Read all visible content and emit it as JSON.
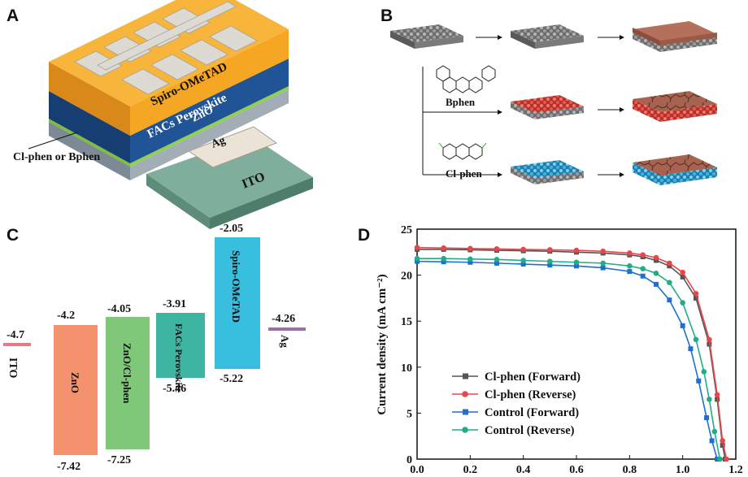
{
  "panels": {
    "a": {
      "letter": "A",
      "layers": [
        "Spiro-OMeTAD",
        "FACs Perovskite",
        "ZnO",
        "Ag",
        "ITO"
      ],
      "interlayer_label": "Cl-phen or Bphen",
      "colors": {
        "spiro": "#f5a623",
        "perovskite": "#1f4e8c",
        "zno": "#9aa3ad",
        "ito": "#6f9f8f",
        "ag": "#e9e2d6",
        "green": "#7bbf3a"
      }
    },
    "b": {
      "letter": "B",
      "molecule_labels": [
        "Bphen",
        "Cl-phen"
      ],
      "colors": {
        "zno_film": "#8e8e8e",
        "bphen_film": "#e04a3f",
        "clphen_film": "#3fa7d6",
        "perovskite_film": "#9b5a47"
      }
    },
    "c": {
      "letter": "C",
      "items": [
        {
          "label": "ITO",
          "top": "-4.7",
          "bottom": "",
          "color": "#e7798a"
        },
        {
          "label": "ZnO",
          "top": "-4.2",
          "bottom": "-7.42",
          "color": "#f5926e"
        },
        {
          "label": "ZnO/Cl-phen",
          "top": "-4.05",
          "bottom": "-7.25",
          "color": "#7fc87a"
        },
        {
          "label": "FACs Perovskite",
          "top": "-3.91",
          "bottom": "-5.46",
          "color": "#3eb5a3"
        },
        {
          "label": "Spiro-OMeTAD",
          "top": "-2.05",
          "bottom": "-5.22",
          "color": "#38bfe0"
        },
        {
          "label": "Ag",
          "top": "-4.26",
          "bottom": "",
          "color": "#9b6fa8"
        }
      ]
    },
    "d": {
      "letter": "D"
    }
  },
  "chart_data": {
    "type": "line",
    "title": "",
    "xlabel": "",
    "ylabel": "Current density (mA cm⁻²)",
    "xlim": [
      0.0,
      1.2
    ],
    "ylim": [
      0,
      25
    ],
    "xticks": [
      "0.0",
      "0.2",
      "0.4",
      "0.6",
      "0.8",
      "1.0",
      "1.2"
    ],
    "yticks": [
      "0",
      "5",
      "10",
      "15",
      "20",
      "25"
    ],
    "legend_position": "bottom-left",
    "series": [
      {
        "name": "Cl-phen (Forward)",
        "color": "#555555",
        "marker": "square",
        "x": [
          0.0,
          0.1,
          0.2,
          0.3,
          0.4,
          0.5,
          0.6,
          0.7,
          0.8,
          0.85,
          0.9,
          0.95,
          1.0,
          1.05,
          1.1,
          1.13,
          1.15,
          1.16
        ],
        "y": [
          22.8,
          22.8,
          22.75,
          22.7,
          22.65,
          22.6,
          22.5,
          22.4,
          22.2,
          22.0,
          21.6,
          21.0,
          19.8,
          17.5,
          12.5,
          6.5,
          1.5,
          0
        ]
      },
      {
        "name": "Cl-phen (Reverse)",
        "color": "#e8474a",
        "marker": "circle",
        "x": [
          0.0,
          0.1,
          0.2,
          0.3,
          0.4,
          0.5,
          0.6,
          0.7,
          0.8,
          0.85,
          0.9,
          0.95,
          1.0,
          1.05,
          1.1,
          1.13,
          1.15,
          1.165
        ],
        "y": [
          23.0,
          22.95,
          22.9,
          22.85,
          22.8,
          22.75,
          22.7,
          22.6,
          22.4,
          22.2,
          21.9,
          21.3,
          20.3,
          18.0,
          13.0,
          7.0,
          2.0,
          0
        ]
      },
      {
        "name": "Control (Forward)",
        "color": "#1f6fd1",
        "marker": "square",
        "x": [
          0.0,
          0.1,
          0.2,
          0.3,
          0.4,
          0.5,
          0.6,
          0.7,
          0.8,
          0.85,
          0.9,
          0.95,
          1.0,
          1.03,
          1.06,
          1.09,
          1.11,
          1.13
        ],
        "y": [
          21.5,
          21.45,
          21.4,
          21.3,
          21.2,
          21.1,
          21.0,
          20.8,
          20.4,
          19.9,
          19.0,
          17.3,
          14.5,
          12.0,
          8.5,
          4.5,
          2.0,
          0
        ]
      },
      {
        "name": "Control (Reverse)",
        "color": "#1fae87",
        "marker": "circle",
        "x": [
          0.0,
          0.1,
          0.2,
          0.3,
          0.4,
          0.5,
          0.6,
          0.7,
          0.8,
          0.85,
          0.9,
          0.95,
          1.0,
          1.05,
          1.08,
          1.1,
          1.12,
          1.14
        ],
        "y": [
          21.8,
          21.8,
          21.75,
          21.7,
          21.6,
          21.5,
          21.4,
          21.3,
          21.0,
          20.7,
          20.2,
          19.2,
          17.0,
          13.0,
          9.5,
          6.5,
          3.0,
          0
        ]
      }
    ]
  }
}
